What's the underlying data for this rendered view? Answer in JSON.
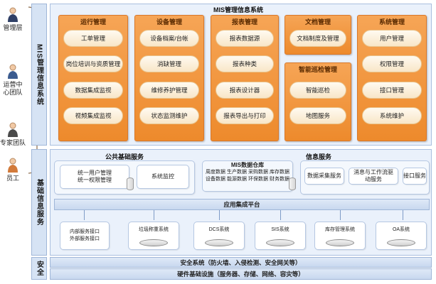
{
  "users": [
    {
      "label": "管理层"
    },
    {
      "label": "运营中心团队"
    },
    {
      "label": "专家团队"
    },
    {
      "label": "员工"
    }
  ],
  "tiers": {
    "mis_side": "MIS管理信息系统",
    "base_side": "基础信息服务",
    "safety_side": "安全"
  },
  "mis": {
    "title": "MIS管理信息系统",
    "modules": [
      {
        "title": "运行管理",
        "items": [
          "工单管理",
          "岗位培训与资质管理",
          "数据集成监视",
          "视频集成监视"
        ]
      },
      {
        "title": "设备管理",
        "items": [
          "设备档案/台帐",
          "消缺管理",
          "维修养护管理",
          "状态监测维护"
        ]
      },
      {
        "title": "报表管理",
        "items": [
          "报表数据源",
          "报表种类",
          "报表设计器",
          "报表导出与打印"
        ]
      },
      {
        "title": "文档管理",
        "items": [
          "文档制度及管理"
        ]
      },
      {
        "title": "智能巡检管理",
        "items": [
          "智能巡检",
          "地图服务"
        ]
      },
      {
        "title": "系统管理",
        "items": [
          "用户管理",
          "权限管理",
          "接口管理",
          "系统维护"
        ]
      }
    ]
  },
  "base": {
    "public_title": "公共基础服务",
    "public_items": [
      "统一用户管理\n统一权限管理",
      "系统监控"
    ],
    "warehouse_title": "MIS数据仓库",
    "warehouse_items": [
      "周度数据",
      "生产数据",
      "采购数据",
      "库存数据",
      "设备数据",
      "能源数据",
      "环保数据",
      "财务数据"
    ],
    "info_title": "信息服务",
    "info_items": [
      "数据采集服务",
      "消息与工作流驱动服务",
      "接口服务"
    ],
    "platform": "应用集成平台",
    "systems": [
      "内部服务接口\n外部服务接口",
      "垃圾称重系统",
      "DCS系统",
      "SIS系统",
      "库存管理系统",
      "OA系统"
    ]
  },
  "safety": {
    "line1": "安全系统（防火墙、入侵检测、安全网关等）",
    "line2": "硬件基础设施（服务器、存储、网络、容灾等）"
  },
  "colors": {
    "module_orange": "#ed8a2c",
    "panel_blue": "#eaf1fb",
    "border_blue": "#a9bfdf"
  }
}
